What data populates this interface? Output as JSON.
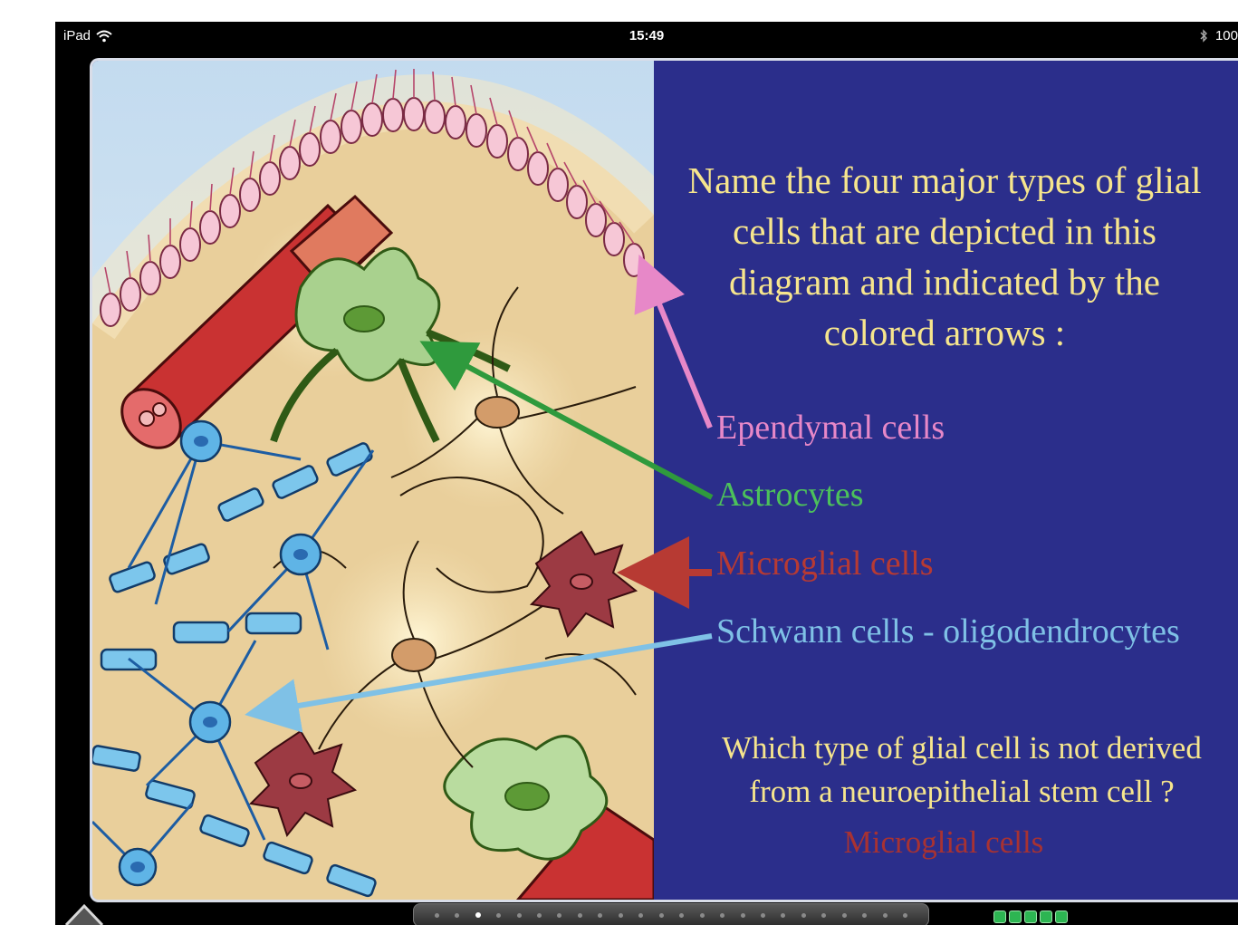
{
  "statusbar": {
    "device": "iPad",
    "time": "15:49",
    "battery": "100",
    "icons": [
      "wifi-icon",
      "bluetooth-icon",
      "battery-icon"
    ]
  },
  "slide": {
    "question": "Name the four major types of glial cells that are depicted in this diagram and indicated by the colored arrows :",
    "answers": [
      {
        "label": "Ependymal cells",
        "color": "#e788c8"
      },
      {
        "label": "Astrocytes",
        "color": "#4cc15b"
      },
      {
        "label": "Microglial cells",
        "color": "#b73a33"
      },
      {
        "label": "Schwann cells - oligodendrocytes",
        "color": "#7fc1e6"
      }
    ],
    "question2_line1": "Which type of glial cell is not derived",
    "question2_line2": "from a neuroepithelial stem cell ?",
    "answer2": "Microglial cells"
  },
  "bottombar": {
    "pager_dots": 24,
    "active_index": 2,
    "rating_count": 5
  },
  "colors": {
    "panel_bg": "#2b2e8b",
    "question_text": "#f6e58d"
  }
}
